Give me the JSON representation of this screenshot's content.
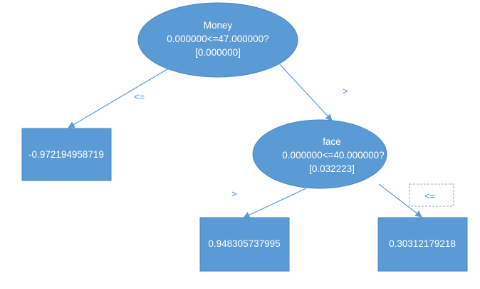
{
  "diagram": {
    "root": {
      "line1": "Money",
      "line2": "0.000000<=47.000000?",
      "line3": "[0.000000]"
    },
    "inner": {
      "line1": "face",
      "line2": "0.000000<=40.000000?",
      "line3": "[0.032223]"
    },
    "leaves": {
      "left": "-0.972194958719",
      "middle": "0.948305737995",
      "right": "0.30312179218"
    },
    "edge_labels": {
      "root_left": "<=",
      "root_right": ">",
      "inner_left": ">",
      "inner_right": "<="
    }
  },
  "colors": {
    "node_fill": "#5b9bd5",
    "edge": "#5b9bd5",
    "label": "#4a8fd6"
  }
}
